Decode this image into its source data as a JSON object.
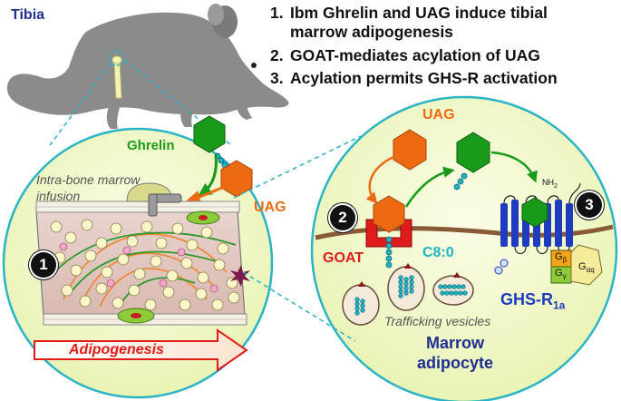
{
  "header": {
    "tibia_label": "Tibia",
    "steps": [
      {
        "num": "1.",
        "text": "Ibm Ghrelin and UAG induce tibial",
        "text2": "marrow adipogenesis"
      },
      {
        "num": "2.",
        "text": "GOAT-mediates acylation of UAG"
      },
      {
        "num": "3.",
        "text": "Acylation permits GHS-R activation"
      }
    ]
  },
  "left_panel": {
    "ghrelin_label": "Ghrelin",
    "uag_label": "UAG",
    "infusion_label": "Intra-bone marrow",
    "infusion_label2": "infusion",
    "badge": "1",
    "adipogenesis_label": "Adipogenesis"
  },
  "right_panel": {
    "uag_label": "UAG",
    "goat_label": "GOAT",
    "c80_label": "C8:0",
    "ghsr_label": "GHS-R",
    "ghsr_sub": "1a",
    "nh2_label": "NH",
    "nh2_sub": "2",
    "trafficking_label": "Trafficking vesicles",
    "marrow_label": "Marrow",
    "adipocyte_label": "adipocyte",
    "badge2": "2",
    "badge3": "3",
    "g_beta": "G",
    "g_beta_sub": "β",
    "g_gamma": "G",
    "g_gamma_sub": "γ",
    "g_alpha": "G",
    "g_alpha_sub": "αq"
  },
  "colors": {
    "ghrelin_green": "#1a9a1a",
    "uag_orange": "#ee6a12",
    "goat_red": "#e01b1b",
    "c80_cyan": "#1fb3c4",
    "receptor_blue": "#1f3bbf",
    "label_navy": "#1f2f8f",
    "circle_border": "#2bb3c6",
    "panel_fill": "#eef7c4",
    "arrow_red": "#e01b1b"
  }
}
